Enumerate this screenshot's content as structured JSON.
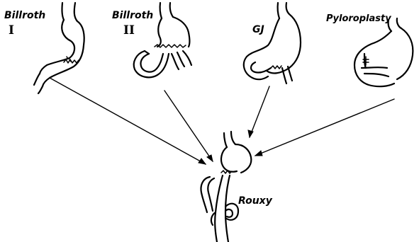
{
  "labels": {
    "billroth_1": "Billroth",
    "billroth_1_numeral": "I",
    "billroth_2": "Billroth",
    "billroth_2_numeral": "II",
    "gj": "GJ",
    "pyloroplasty": "Pyloroplasty",
    "roux": "Rouxy"
  }
}
